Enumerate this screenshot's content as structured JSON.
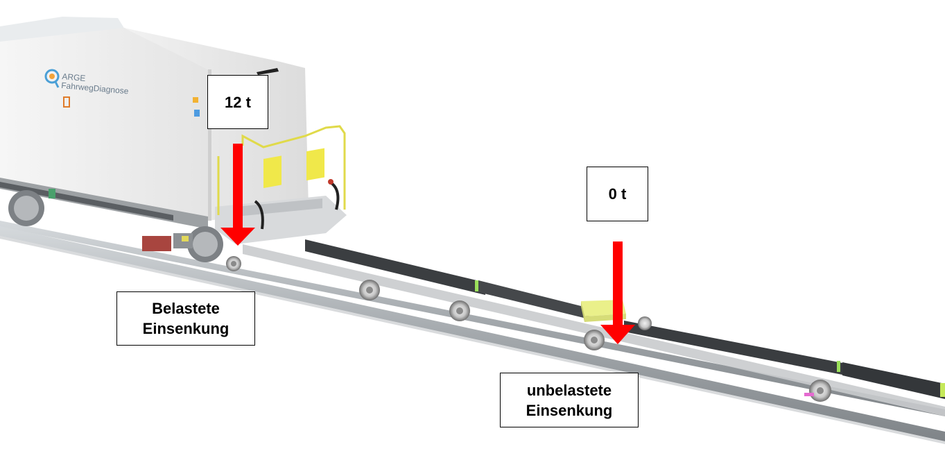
{
  "labels": {
    "load_high": "12 t",
    "load_zero": "0 t",
    "loaded_line1": "Belastete",
    "loaded_line2": "Einsenkung",
    "unloaded_line1": "unbelastete",
    "unloaded_line2": "Einsenkung"
  },
  "logo": {
    "line1": "ARGE",
    "line2": "FahrwegDiagnose"
  },
  "colors": {
    "arrow": "#ff0000",
    "rail": "#a9aeb2",
    "beam": "#3a3d40",
    "car_body": "#e6e6e6",
    "sensor_box": "#eaf08a"
  },
  "icons": {
    "logo": "magnifier-logo-icon"
  }
}
